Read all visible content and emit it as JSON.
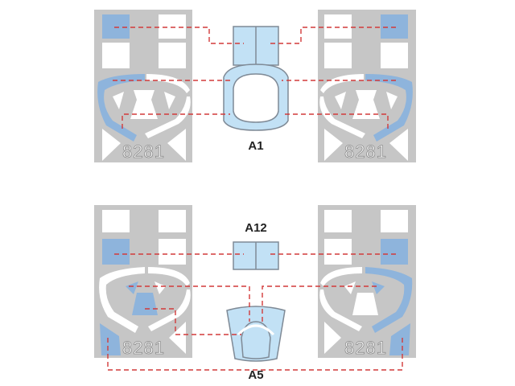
{
  "labels": {
    "a1": "A1",
    "a12": "A12",
    "a5": "A5"
  },
  "sheet_number": "8281",
  "colors": {
    "sheet": "#c6c6c6",
    "mask_blue": "#8eb4dc",
    "canopy_blue": "#c2e1f5",
    "leader_line": "#d23a3a"
  }
}
